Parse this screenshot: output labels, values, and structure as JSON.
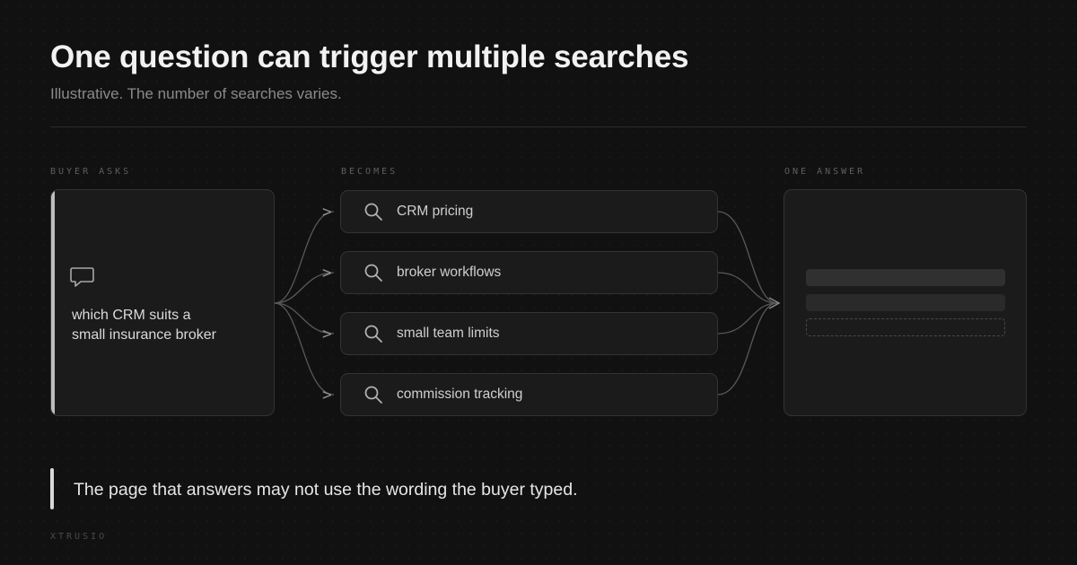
{
  "header": {
    "title": "One question can trigger multiple searches",
    "subtitle": "Illustrative. The number of searches varies."
  },
  "columns": {
    "buyer_label": "BUYER ASKS",
    "becomes_label": "BECOMES",
    "answer_label": "ONE ANSWER"
  },
  "buyer": {
    "icon": "chat-bubble-icon",
    "line1": "which CRM suits a",
    "line2": "small insurance broker"
  },
  "queries": [
    {
      "label": "CRM pricing",
      "icon": "search-icon"
    },
    {
      "label": "broker workflows",
      "icon": "search-icon"
    },
    {
      "label": "small team limits",
      "icon": "search-icon"
    },
    {
      "label": "commission tracking",
      "icon": "search-icon"
    }
  ],
  "connector_symbol": ">",
  "footer": {
    "quote": "The page that answers may not use the wording the buyer typed.",
    "brand": "XTRUSIO"
  },
  "colors": {
    "background": "#111111",
    "card": "#1b1b1b",
    "border": "#333333",
    "accent": "#bdbdbd"
  }
}
